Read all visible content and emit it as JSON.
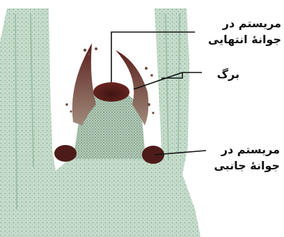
{
  "labels": {
    "apical_meristem": {
      "line1": "مریستم در",
      "line2": "جوانهٔ انتهایی"
    },
    "leaf": "برگ",
    "axillary_meristem": {
      "line1": "مریستم در",
      "line2": "جوانهٔ جانبی"
    }
  },
  "colors": {
    "tissue": "#b9d4c0",
    "tissue_dark": "#8fb39a",
    "meristem": "#4a1a18",
    "leaf_primordium": "#6b2a25",
    "pointer_line": "#111111"
  }
}
